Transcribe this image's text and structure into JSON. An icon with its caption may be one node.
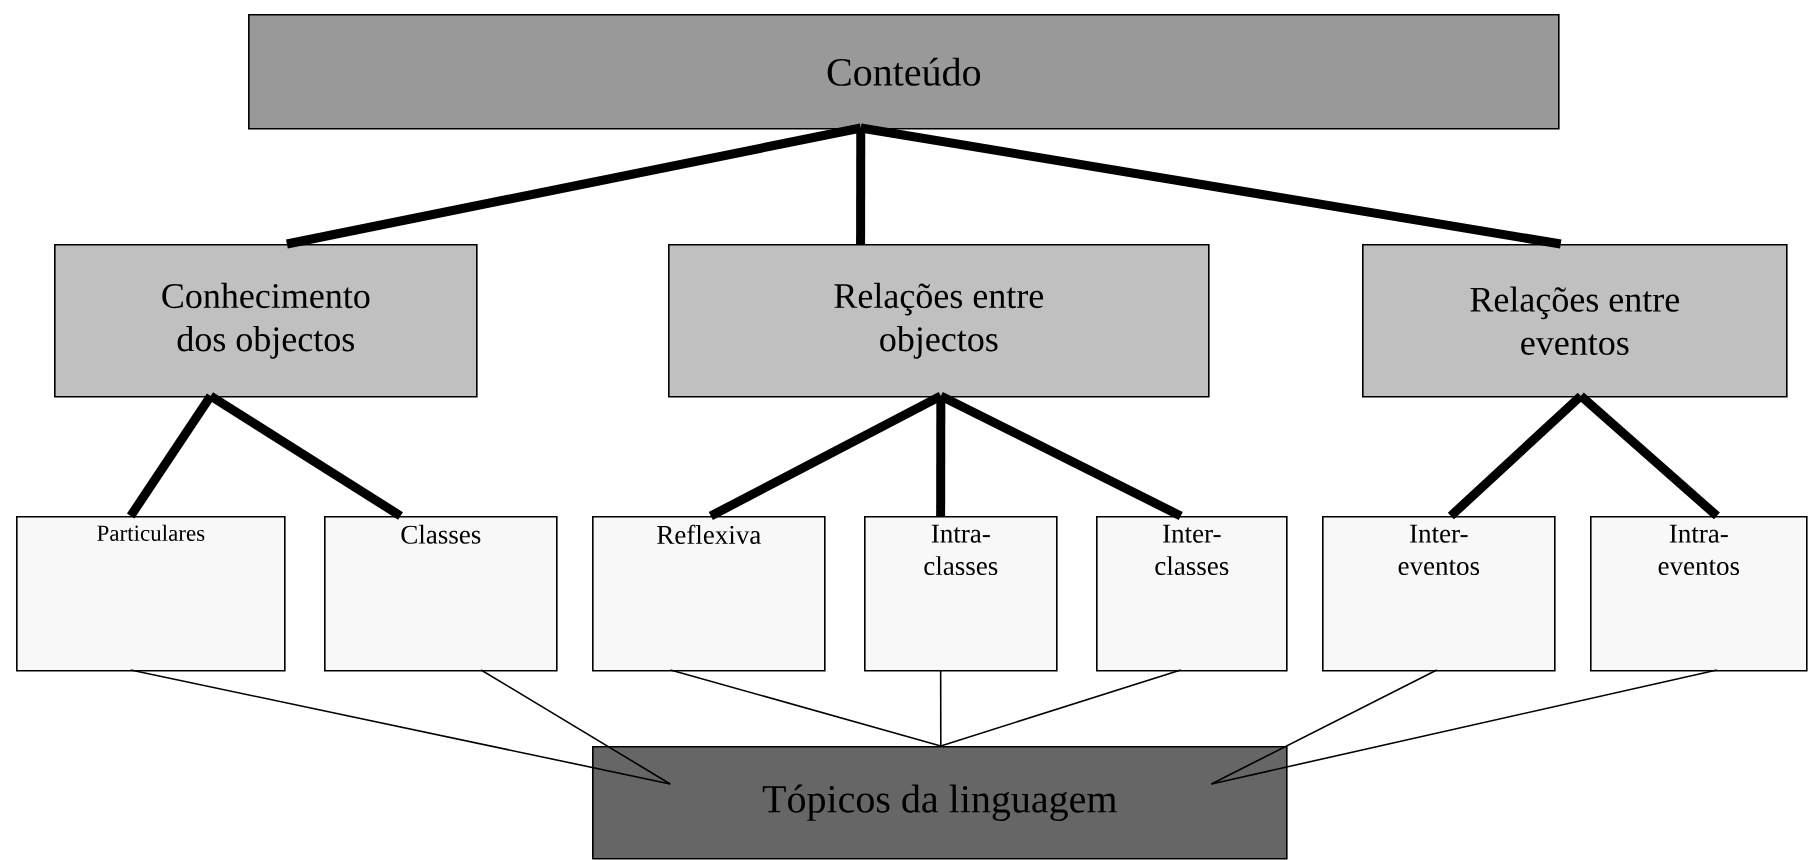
{
  "diagram": {
    "nodes": [
      {
        "text": [
          "Conteúdo"
        ]
      },
      {
        "text": [
          "Conhecimento dos objectos"
        ]
      },
      {
        "text": [
          "Relações entre objectos"
        ]
      },
      {
        "text": [
          "Relações entre eventos"
        ]
      },
      {
        "text": [
          "Particulares"
        ]
      },
      {
        "text": [
          "Classes"
        ]
      },
      {
        "text": [
          "Reflexiva"
        ]
      },
      {
        "text": [
          "Intra- classes"
        ]
      },
      {
        "text": [
          "Inter- classes"
        ]
      },
      {
        "text": [
          "Inter- eventos"
        ]
      },
      {
        "text": [
          "Intra- eventos"
        ]
      },
      {
        "text": [
          "Tópicos da linguagem"
        ]
      }
    ],
    "edges": [
      {
        "from": 0,
        "to": 1,
        "arrow": "none"
      },
      {
        "from": 0,
        "to": 2,
        "arrow": "none"
      },
      {
        "from": 0,
        "to": 3,
        "arrow": "none"
      },
      {
        "from": 1,
        "to": 4,
        "arrow": "none"
      },
      {
        "from": 1,
        "to": 5,
        "arrow": "none"
      },
      {
        "from": 2,
        "to": 6,
        "arrow": "none"
      },
      {
        "from": 2,
        "to": 7,
        "arrow": "none"
      },
      {
        "from": 2,
        "to": 8,
        "arrow": "none"
      },
      {
        "from": 3,
        "to": 9,
        "arrow": "none"
      },
      {
        "from": 3,
        "to": 10,
        "arrow": "none"
      },
      {
        "from": 4,
        "to": 11,
        "arrow": "none"
      },
      {
        "from": 5,
        "to": 11,
        "arrow": "none"
      },
      {
        "from": 6,
        "to": 11,
        "arrow": "none"
      },
      {
        "from": 7,
        "to": 11,
        "arrow": "none"
      },
      {
        "from": 8,
        "to": 11,
        "arrow": "none"
      },
      {
        "from": 9,
        "to": 11,
        "arrow": "none"
      },
      {
        "from": 10,
        "to": 11,
        "arrow": "none"
      }
    ]
  }
}
